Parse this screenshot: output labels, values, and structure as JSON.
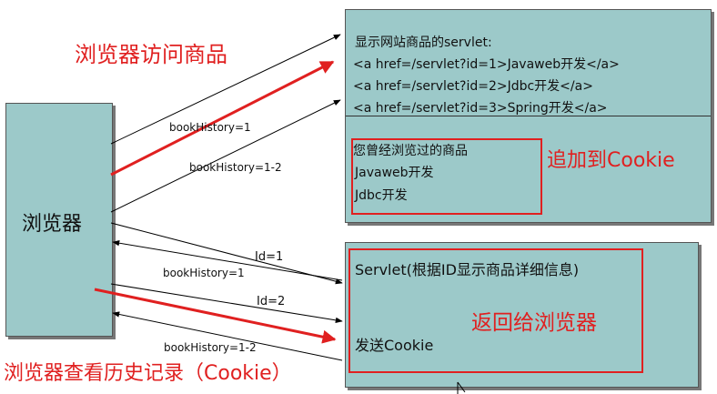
{
  "browser_label": "浏览器",
  "top_box": {
    "title": "显示网站商品的servlet:",
    "links": [
      "<a href=/servlet?id=1>Javaweb开发</a>",
      "<a href=/servlet?id=2>Jdbc开发</a>",
      "<a href=/servlet?id=3>Spring开发</a>"
    ],
    "history_title": "您曾经浏览过的商品",
    "history_items": [
      "Javaweb开发",
      "Jdbc开发"
    ]
  },
  "bottom_box": {
    "servlet_text": "Servlet(根据ID显示商品详细信息)",
    "send_cookie": "发送Cookie"
  },
  "arrow_labels": {
    "bh1_top": "bookHistory=1",
    "bh12_top": "bookHistory=1-2",
    "id1": "Id=1",
    "bh1_mid": "bookHistory=1",
    "id2": "Id=2",
    "bh12_bottom": "bookHistory=1-2"
  },
  "annotations": {
    "visit_products": "浏览器访问商品",
    "append_cookie": "追加到Cookie",
    "return_browser": "返回给浏览器",
    "view_history": "浏览器查看历史记录（Cookie）"
  },
  "colors": {
    "box_fill": "#9cc9c9",
    "accent_red": "#e02020"
  }
}
